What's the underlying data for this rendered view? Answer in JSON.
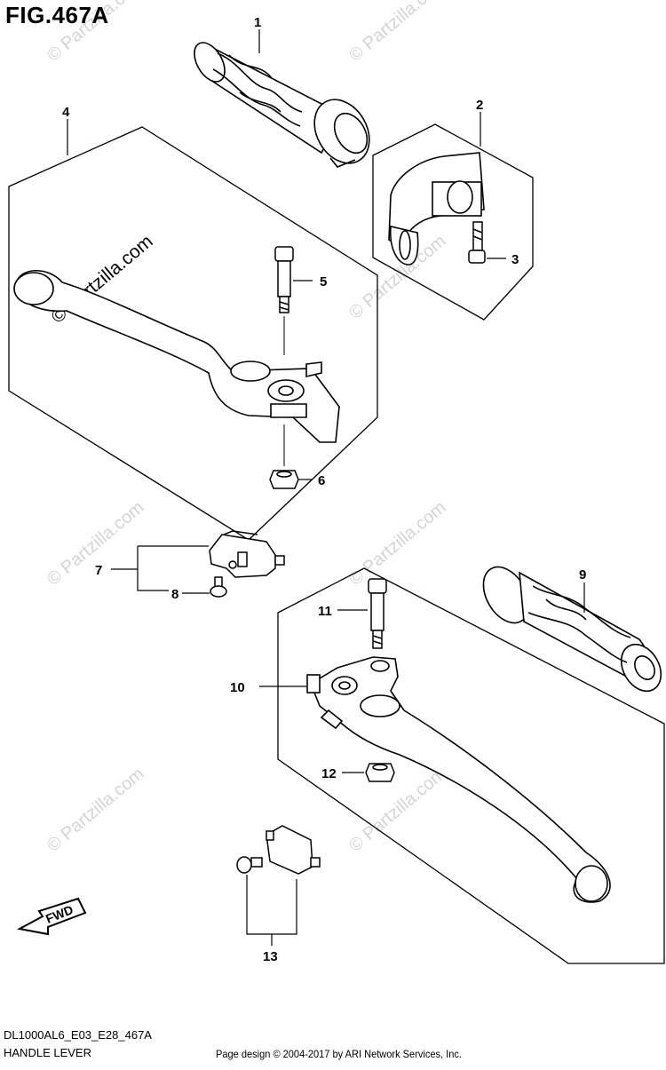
{
  "figure": {
    "title": "FIG.467A",
    "model_code": "DL1000AL6_E03_E28_467A",
    "section_name": "HANDLE LEVER",
    "credit": "Page design © 2004-2017 by ARI Network Services, Inc.",
    "watermark": "© Partzilla.com",
    "fwd_label": "FWD"
  },
  "callouts": [
    {
      "number": "1",
      "part": "grip-left"
    },
    {
      "number": "2",
      "part": "lever-holder-left"
    },
    {
      "number": "3",
      "part": "holder-bolt"
    },
    {
      "number": "4",
      "part": "front-brake-lever-assy"
    },
    {
      "number": "5",
      "part": "lever-pivot-bolt"
    },
    {
      "number": "6",
      "part": "lever-pivot-nut"
    },
    {
      "number": "7",
      "part": "front-stop-switch"
    },
    {
      "number": "8",
      "part": "switch-screw"
    },
    {
      "number": "9",
      "part": "grip-right"
    },
    {
      "number": "10",
      "part": "clutch-lever-assy"
    },
    {
      "number": "11",
      "part": "clutch-lever-bolt"
    },
    {
      "number": "12",
      "part": "clutch-lever-nut"
    },
    {
      "number": "13",
      "part": "clutch-switch-assy"
    }
  ]
}
